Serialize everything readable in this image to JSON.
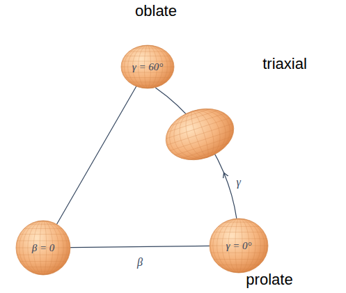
{
  "diagram": {
    "nodes": [
      {
        "text": [
          "oblate",
          "γ = 60°"
        ]
      },
      {
        "text": [
          "triaxial"
        ]
      },
      {
        "text": [
          "β = 0"
        ]
      },
      {
        "text": [
          "γ = 0°",
          "prolate"
        ]
      }
    ],
    "edges": [
      {
        "from": 2,
        "to": 3,
        "arrow": "none",
        "label": "β"
      },
      {
        "from": 2,
        "to": 0,
        "arrow": "none"
      },
      {
        "from": 3,
        "to": 0,
        "arrow": "to",
        "label": "γ"
      }
    ]
  }
}
